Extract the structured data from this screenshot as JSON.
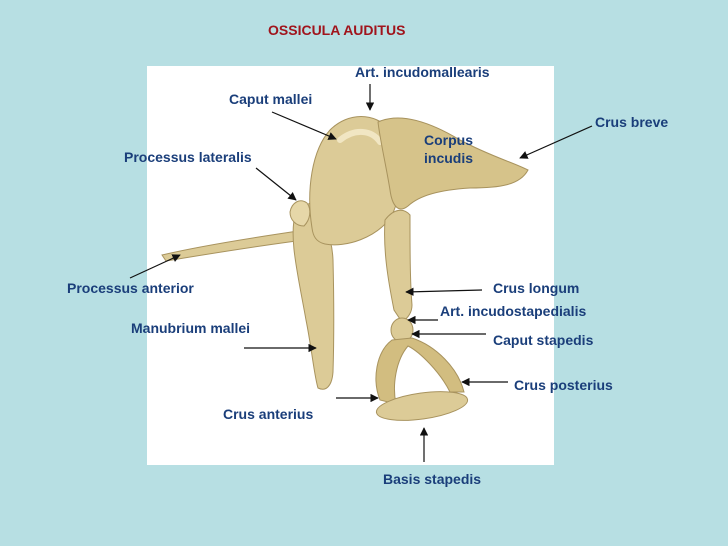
{
  "title": "OSSICULA AUDITUS",
  "colors": {
    "background": "#b7dfe3",
    "panel": "#ffffff",
    "title": "#a0141c",
    "label": "#1a3e7a",
    "bone": "#dccb97",
    "bone_shadow": "#a8935e"
  },
  "labels": {
    "art_incudomallearis": "Art. incudomallearis",
    "caput_mallei": "Caput mallei",
    "corpus_incudis_line1": "Corpus",
    "corpus_incudis_line2": "incudis",
    "crus_breve": "Crus breve",
    "processus_lateralis": "Processus lateralis",
    "processus_anterior": "Processus anterior",
    "crus_longum": "Crus longum",
    "art_incudostapedialis": "Art. incudostapedialis",
    "manubrium_mallei": "Manubrium mallei",
    "caput_stapedis": "Caput stapedis",
    "crus_posterius": "Crus posterius",
    "crus_anterius": "Crus anterius",
    "basis_stapedis": "Basis stapedis"
  }
}
